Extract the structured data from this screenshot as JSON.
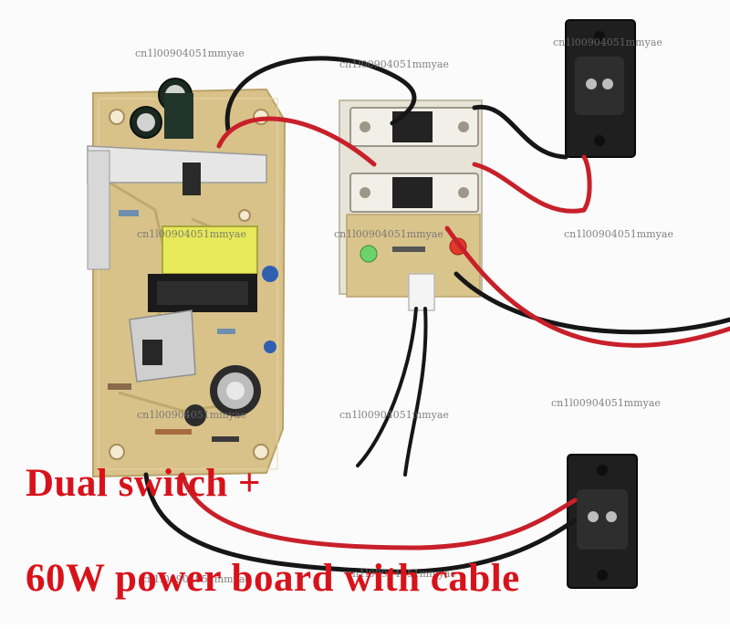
{
  "caption": {
    "line1": "Dual switch +",
    "line2": "60W power board with cable",
    "color": "#d8121b"
  },
  "watermarks": [
    "cn1l00904051mmyae",
    "cn1l00904051mmyae",
    "cn1l00904051mmyae",
    "cn1l00904051mmyae",
    "cn1l00904051mmyae",
    "cn1l00904051mmyae",
    "cn1l00904051mmyae",
    "cn1l00904051mmyae",
    "cn1l00904051mmyae",
    "cn1l00904051mmyae",
    "cn1l00904051mmyae"
  ],
  "colors": {
    "pcb": "#d9c48c",
    "wire_red": "#c8202a",
    "wire_black": "#161616",
    "socket": "#222222"
  }
}
